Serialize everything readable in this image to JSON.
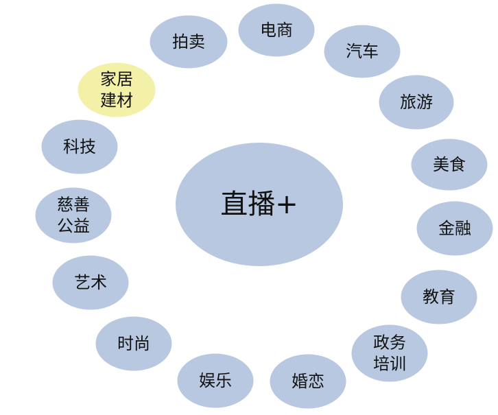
{
  "colors": {
    "background": "#ffffff",
    "node_fill": "#b8c8e0",
    "node_stroke": "#ffffff",
    "highlight_fill": "#f3f0a8",
    "text": "#111111"
  },
  "center": {
    "lines": [
      "直播+"
    ]
  },
  "nodes": [
    {
      "id": "dianshang",
      "lines": [
        "电商"
      ],
      "highlight": false
    },
    {
      "id": "qiche",
      "lines": [
        "汽车"
      ],
      "highlight": false
    },
    {
      "id": "lvyou",
      "lines": [
        "旅游"
      ],
      "highlight": false
    },
    {
      "id": "meishi",
      "lines": [
        "美食"
      ],
      "highlight": false
    },
    {
      "id": "jinrong",
      "lines": [
        "金融"
      ],
      "highlight": false
    },
    {
      "id": "jiaoyu",
      "lines": [
        "教育"
      ],
      "highlight": false
    },
    {
      "id": "zhengwu",
      "lines": [
        "政务",
        "培训"
      ],
      "highlight": false
    },
    {
      "id": "hunlian",
      "lines": [
        "婚恋"
      ],
      "highlight": false
    },
    {
      "id": "yule",
      "lines": [
        "娱乐"
      ],
      "highlight": false
    },
    {
      "id": "shishang",
      "lines": [
        "时尚"
      ],
      "highlight": false
    },
    {
      "id": "yishu",
      "lines": [
        "艺术"
      ],
      "highlight": false
    },
    {
      "id": "cishan",
      "lines": [
        "慈善",
        "公益"
      ],
      "highlight": false
    },
    {
      "id": "keji",
      "lines": [
        "科技"
      ],
      "highlight": false
    },
    {
      "id": "jiaju",
      "lines": [
        "家居",
        "建材"
      ],
      "highlight": true
    },
    {
      "id": "paimai",
      "lines": [
        "拍卖"
      ],
      "highlight": false
    }
  ]
}
